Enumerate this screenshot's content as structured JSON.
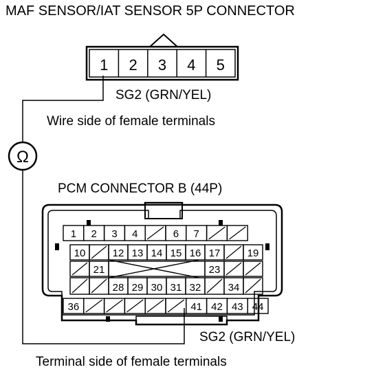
{
  "title": "MAF SENSOR/IAT SENSOR 5P CONNECTOR",
  "maf_connector": {
    "terminals": [
      "1",
      "2",
      "3",
      "4",
      "5"
    ]
  },
  "top_probe": {
    "signal_label": "SG2 (GRN/YEL)",
    "view_label": "Wire side of female terminals"
  },
  "meter": {
    "symbol": "Ω",
    "icon": "ohmmeter-icon"
  },
  "pcm_connector": {
    "title": "PCM CONNECTOR B (44P)",
    "rows": [
      [
        "1",
        "2",
        "3",
        "4",
        "",
        "6",
        "7",
        "",
        ""
      ],
      [
        "10",
        "",
        "12",
        "13",
        "14",
        "15",
        "16",
        "17",
        "",
        "19"
      ],
      [
        "",
        "21",
        "",
        "",
        "",
        "",
        "",
        "23",
        "",
        ""
      ],
      [
        "",
        "",
        "28",
        "29",
        "30",
        "31",
        "32",
        "",
        "34",
        ""
      ],
      [
        "36",
        "",
        "",
        "",
        "",
        "",
        "41",
        "42",
        "43",
        "44"
      ]
    ]
  },
  "bottom_probe": {
    "signal_label": "SG2 (GRN/YEL)",
    "view_label": "Terminal side of female terminals"
  }
}
